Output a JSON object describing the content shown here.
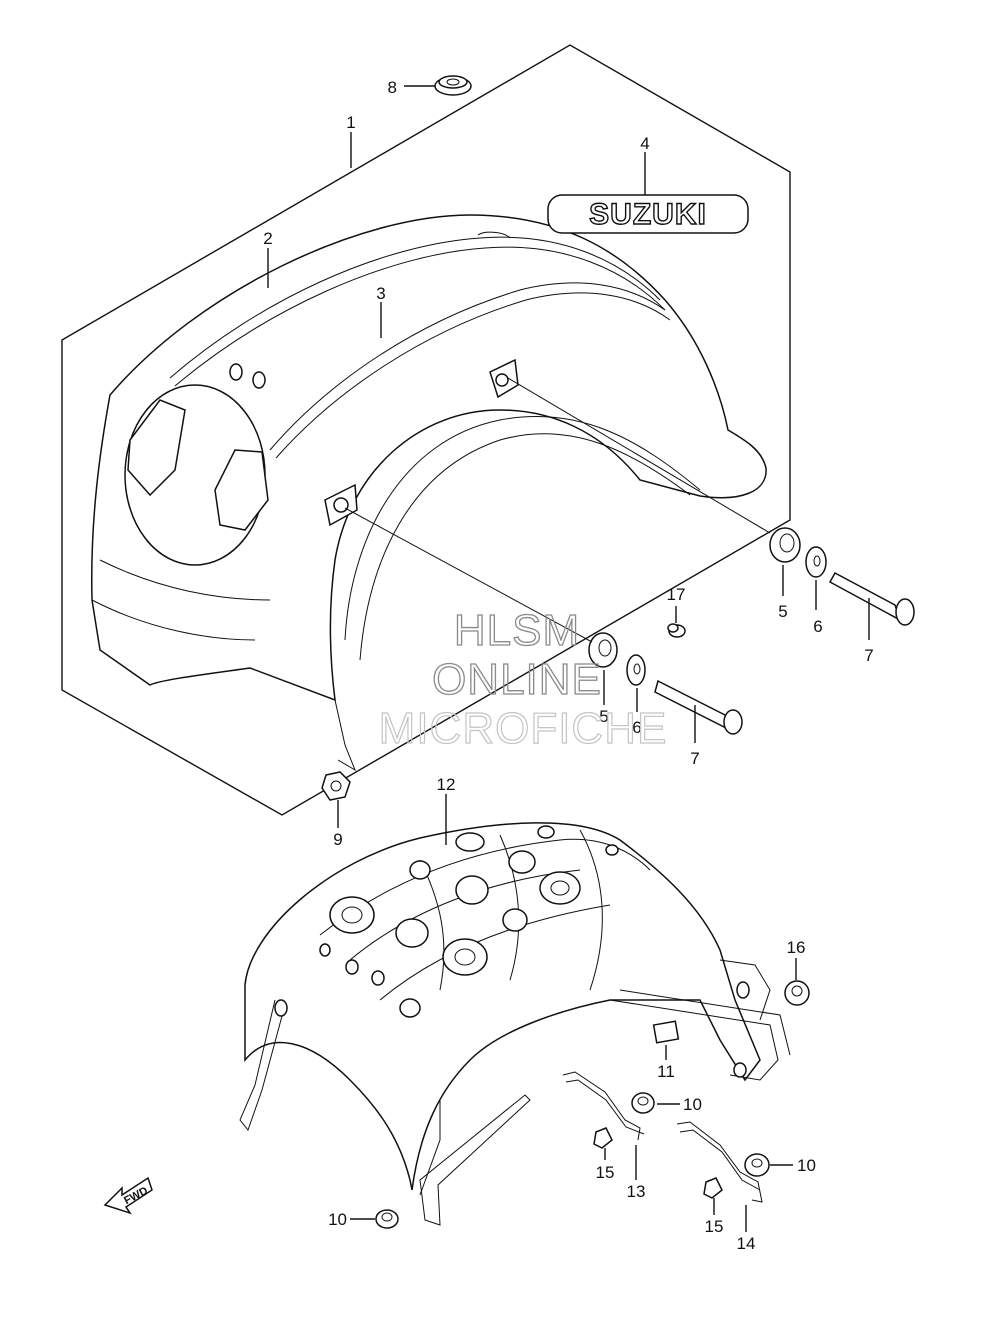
{
  "logo_text": "SUZUKI",
  "watermark": [
    "HLSM",
    "ONLINE",
    "MICROFICHE"
  ],
  "fwd_text": "FWD",
  "callouts": [
    {
      "id": "c8",
      "text": "8"
    },
    {
      "id": "c1",
      "text": "1"
    },
    {
      "id": "c4",
      "text": "4"
    },
    {
      "id": "c2",
      "text": "2"
    },
    {
      "id": "c3",
      "text": "3"
    },
    {
      "id": "c5a",
      "text": "5"
    },
    {
      "id": "c6a",
      "text": "6"
    },
    {
      "id": "c7a",
      "text": "7"
    },
    {
      "id": "c17",
      "text": "17"
    },
    {
      "id": "c5b",
      "text": "5"
    },
    {
      "id": "c6b",
      "text": "6"
    },
    {
      "id": "c7b",
      "text": "7"
    },
    {
      "id": "c9",
      "text": "9"
    },
    {
      "id": "c12",
      "text": "12"
    },
    {
      "id": "c16",
      "text": "16"
    },
    {
      "id": "c11",
      "text": "11"
    },
    {
      "id": "c10a",
      "text": "10"
    },
    {
      "id": "c15a",
      "text": "15"
    },
    {
      "id": "c13",
      "text": "13"
    },
    {
      "id": "c10b",
      "text": "10"
    },
    {
      "id": "c15b",
      "text": "15"
    },
    {
      "id": "c14",
      "text": "14"
    },
    {
      "id": "c10c",
      "text": "10"
    }
  ]
}
